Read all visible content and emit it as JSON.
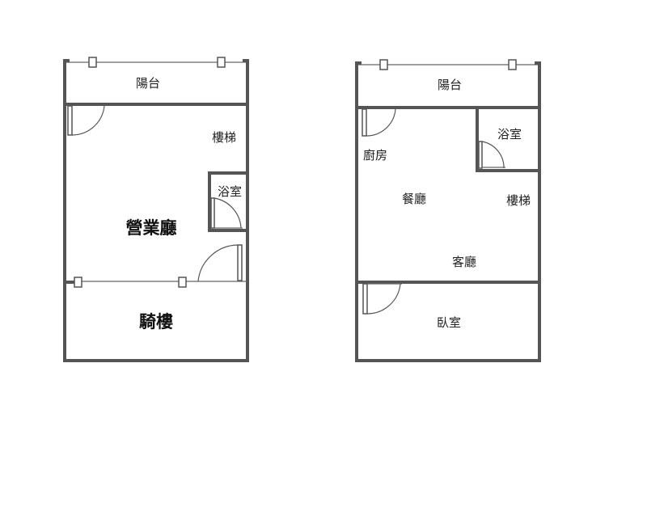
{
  "plans": {
    "ground": {
      "balcony": "陽台",
      "stairs": "樓梯",
      "bathroom": "浴室",
      "business_hall": "營業廳",
      "arcade": "騎樓"
    },
    "upper": {
      "balcony": "陽台",
      "kitchen": "廚房",
      "bathroom": "浴室",
      "dining": "餐廳",
      "stairs": "樓梯",
      "living": "客廳",
      "bedroom": "臥室"
    }
  },
  "colors": {
    "wall": "#555555",
    "text": "#222222",
    "background": "#ffffff"
  }
}
